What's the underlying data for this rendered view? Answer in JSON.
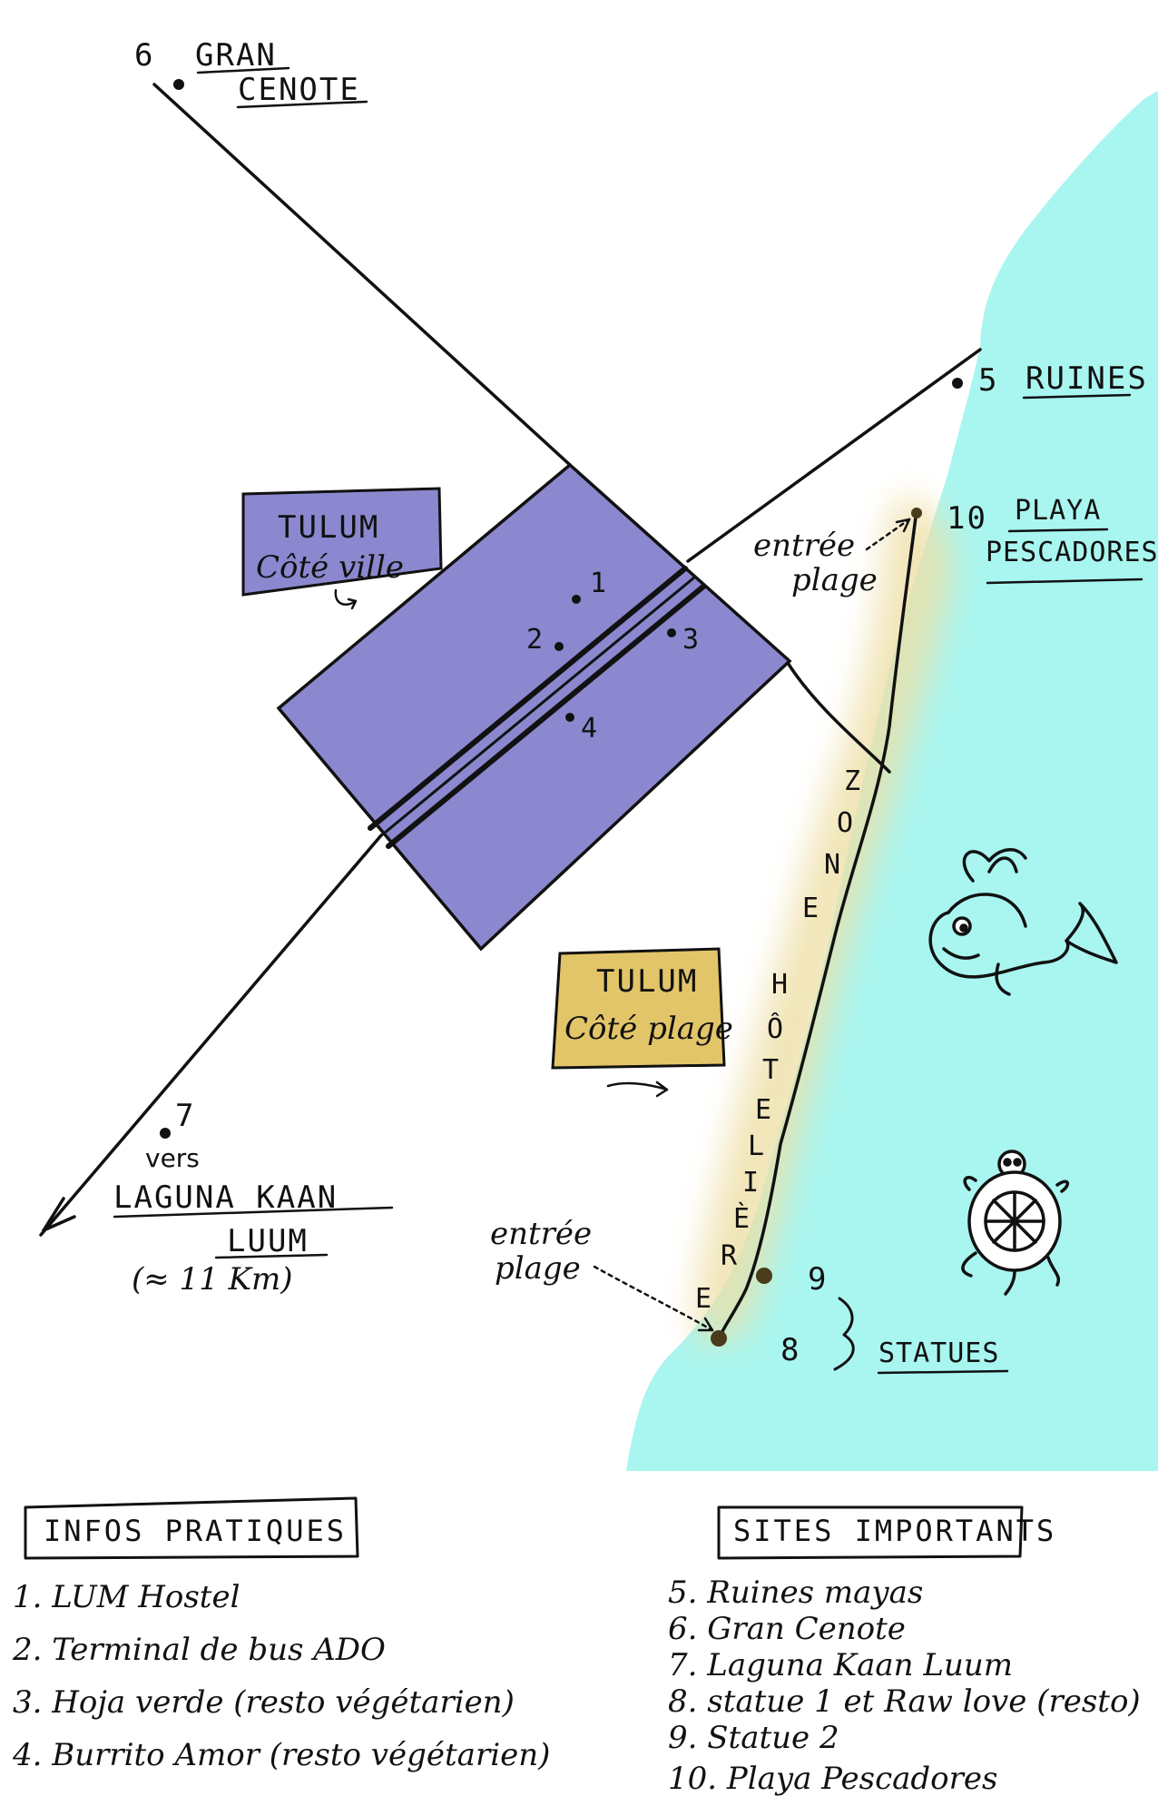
{
  "colors": {
    "sea": "#A9F6F0",
    "town_zone": "#8B88CF",
    "beach_box": "#E3C569",
    "beach_glow": "#EEDFA6",
    "ink": "#111111"
  },
  "places": {
    "gran_cenote": {
      "number": "6",
      "name_line1": "GRAN",
      "name_line2": "CENOTE"
    },
    "ruines": {
      "number": "5",
      "name": "RUINES"
    },
    "playa": {
      "number": "10",
      "name_line1": "PLAYA",
      "name_line2": "PESCADORES"
    },
    "laguna": {
      "number": "7",
      "prefix": "vers",
      "name_line1": "LAGUNA KAAN",
      "name_line2": "LUUM",
      "distance": "(≈ 11 Km)"
    },
    "statues": {
      "number_a": "9",
      "number_b": "8",
      "name": "STATUES"
    }
  },
  "town_points": [
    "1",
    "2",
    "3",
    "4"
  ],
  "boxes": {
    "ville": {
      "line1": "TULUM",
      "line2": "Côté ville"
    },
    "plage": {
      "line1": "TULUM",
      "line2": "Côté plage"
    }
  },
  "beach_entry_top": {
    "line1": "entrée",
    "line2": "plage"
  },
  "beach_entry_bottom": {
    "line1": "entrée",
    "line2": "plage"
  },
  "hotel_zone_letters": [
    "Z",
    "O",
    "N",
    "E",
    "H",
    "Ô",
    "T",
    "E",
    "L",
    "I",
    "È",
    "R",
    "E"
  ],
  "icons": [
    "whale-icon",
    "turtle-icon"
  ],
  "legend_infos": {
    "title": "INFOS PRATIQUES",
    "items": [
      "1. LUM Hostel",
      "2. Terminal de bus ADO",
      "3. Hoja verde (resto végétarien)",
      "4. Burrito Amor (resto végétarien)"
    ]
  },
  "legend_sites": {
    "title": "SITES IMPORTANTS",
    "items": [
      "5. Ruines mayas",
      "6. Gran Cenote",
      "7. Laguna Kaan Luum",
      "8. statue 1 et Raw love (resto)",
      "9. Statue 2",
      "10. Playa Pescadores"
    ]
  }
}
